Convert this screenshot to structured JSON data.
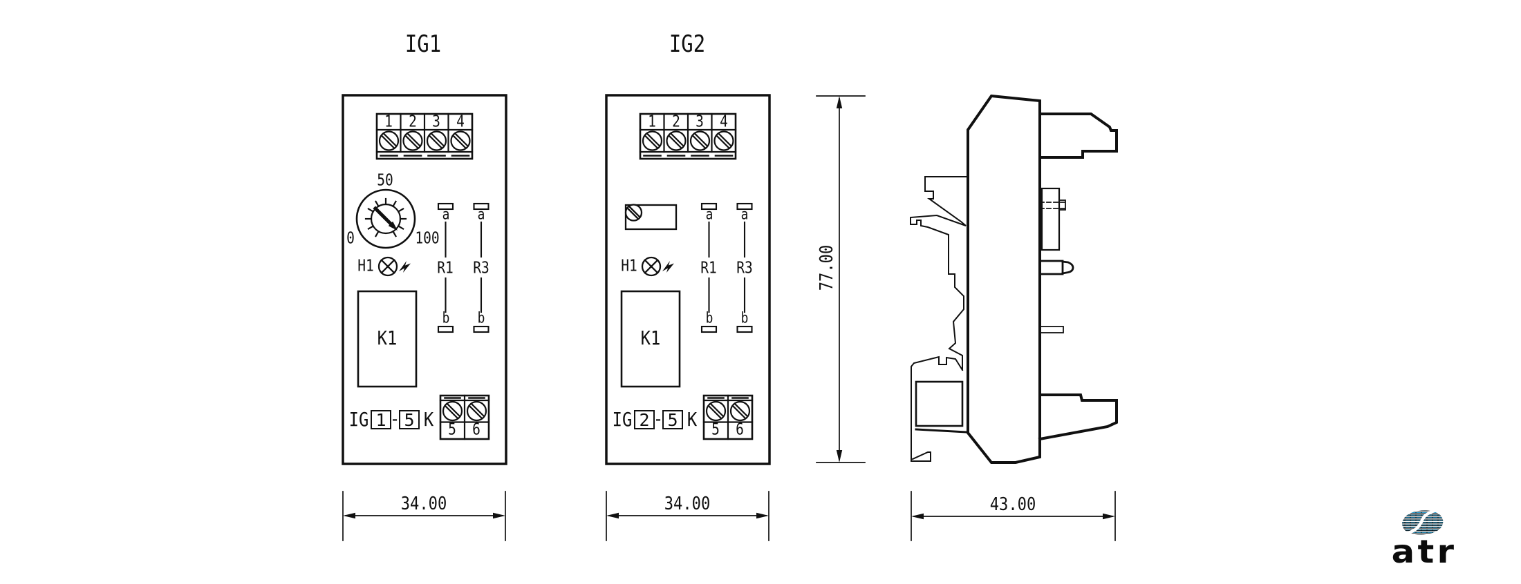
{
  "views": {
    "ig1": {
      "title": "IG1",
      "top_terminals": [
        "1",
        "2",
        "3",
        "4"
      ],
      "bottom_terminals": [
        "5",
        "6"
      ],
      "pot_scale": {
        "min": "0",
        "mid": "50",
        "max": "100"
      },
      "led": "H1",
      "jumpers": {
        "r1": {
          "name": "R1",
          "top": "a",
          "bottom": "b"
        },
        "r3": {
          "name": "R3",
          "top": "a",
          "bottom": "b"
        }
      },
      "relay": "K1",
      "type_label": {
        "prefix": "IG",
        "code": "1",
        "dash": "-",
        "variant": "5",
        "suffix": "K"
      },
      "width_dim": "34.00"
    },
    "ig2": {
      "title": "IG2",
      "top_terminals": [
        "1",
        "2",
        "3",
        "4"
      ],
      "bottom_terminals": [
        "5",
        "6"
      ],
      "led": "H1",
      "jumpers": {
        "r1": {
          "name": "R1",
          "top": "a",
          "bottom": "b"
        },
        "r3": {
          "name": "R3",
          "top": "a",
          "bottom": "b"
        }
      },
      "relay": "K1",
      "type_label": {
        "prefix": "IG",
        "code": "2",
        "dash": "-",
        "variant": "5",
        "suffix": "K"
      },
      "width_dim": "34.00"
    },
    "side": {
      "height_dim": "77.00",
      "width_dim": "43.00"
    }
  },
  "logo": {
    "text": "atr",
    "accent_color": "#29abe2"
  }
}
